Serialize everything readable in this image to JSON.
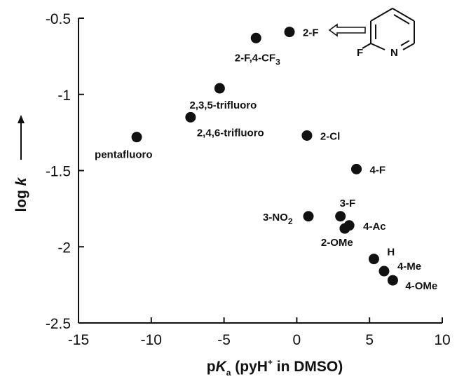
{
  "chart_data": {
    "type": "scatter",
    "xlim": [
      -15,
      10
    ],
    "ylim": [
      -2.5,
      -0.5
    ],
    "x_ticks": [
      -15,
      -10,
      -5,
      0,
      5,
      10
    ],
    "y_ticks": [
      -0.5,
      -1,
      -1.5,
      -2,
      -2.5
    ],
    "x_tick_labels": [
      "-15",
      "-10",
      "-5",
      "0",
      "5",
      "10"
    ],
    "y_tick_labels": [
      "-0.5",
      "-1",
      "-1.5",
      "-2",
      "-2.5"
    ],
    "xlabel": {
      "p": "p",
      "K": "K",
      "a": "a",
      "rest1": " (pyH",
      "plus": "+",
      "rest2": " in DMSO)"
    },
    "ylabel": {
      "log": "log ",
      "k": "k"
    },
    "marker_color": "#111111",
    "points": [
      {
        "x": -0.5,
        "y": -0.59,
        "label": "2-F"
      },
      {
        "x": -2.8,
        "y": -0.63,
        "label": "2-F,4-CF3",
        "label_main": "2-F,4-CF",
        "label_sub": "3"
      },
      {
        "x": -5.3,
        "y": -0.96,
        "label": "2,3,5-trifluoro"
      },
      {
        "x": -7.3,
        "y": -1.15,
        "label": "2,4,6-trifluoro"
      },
      {
        "x": -11.0,
        "y": -1.28,
        "label": "pentafluoro"
      },
      {
        "x": 0.7,
        "y": -1.27,
        "label": "2-Cl"
      },
      {
        "x": 4.1,
        "y": -1.49,
        "label": "4-F"
      },
      {
        "x": 0.8,
        "y": -1.8,
        "label": "3-NO2",
        "label_main": "3-NO",
        "label_sub": "2"
      },
      {
        "x": 3.0,
        "y": -1.8,
        "label": "3-F"
      },
      {
        "x": 3.6,
        "y": -1.86,
        "label": "4-Ac"
      },
      {
        "x": 3.3,
        "y": -1.88,
        "label": "2-OMe"
      },
      {
        "x": 5.3,
        "y": -2.08,
        "label": "H"
      },
      {
        "x": 6.0,
        "y": -2.16,
        "label": "4-Me"
      },
      {
        "x": 6.6,
        "y": -2.22,
        "label": "4-OMe"
      }
    ],
    "inset_structure": {
      "name": "2-fluoropyridine",
      "atom_labels": [
        "F",
        "N"
      ]
    }
  }
}
